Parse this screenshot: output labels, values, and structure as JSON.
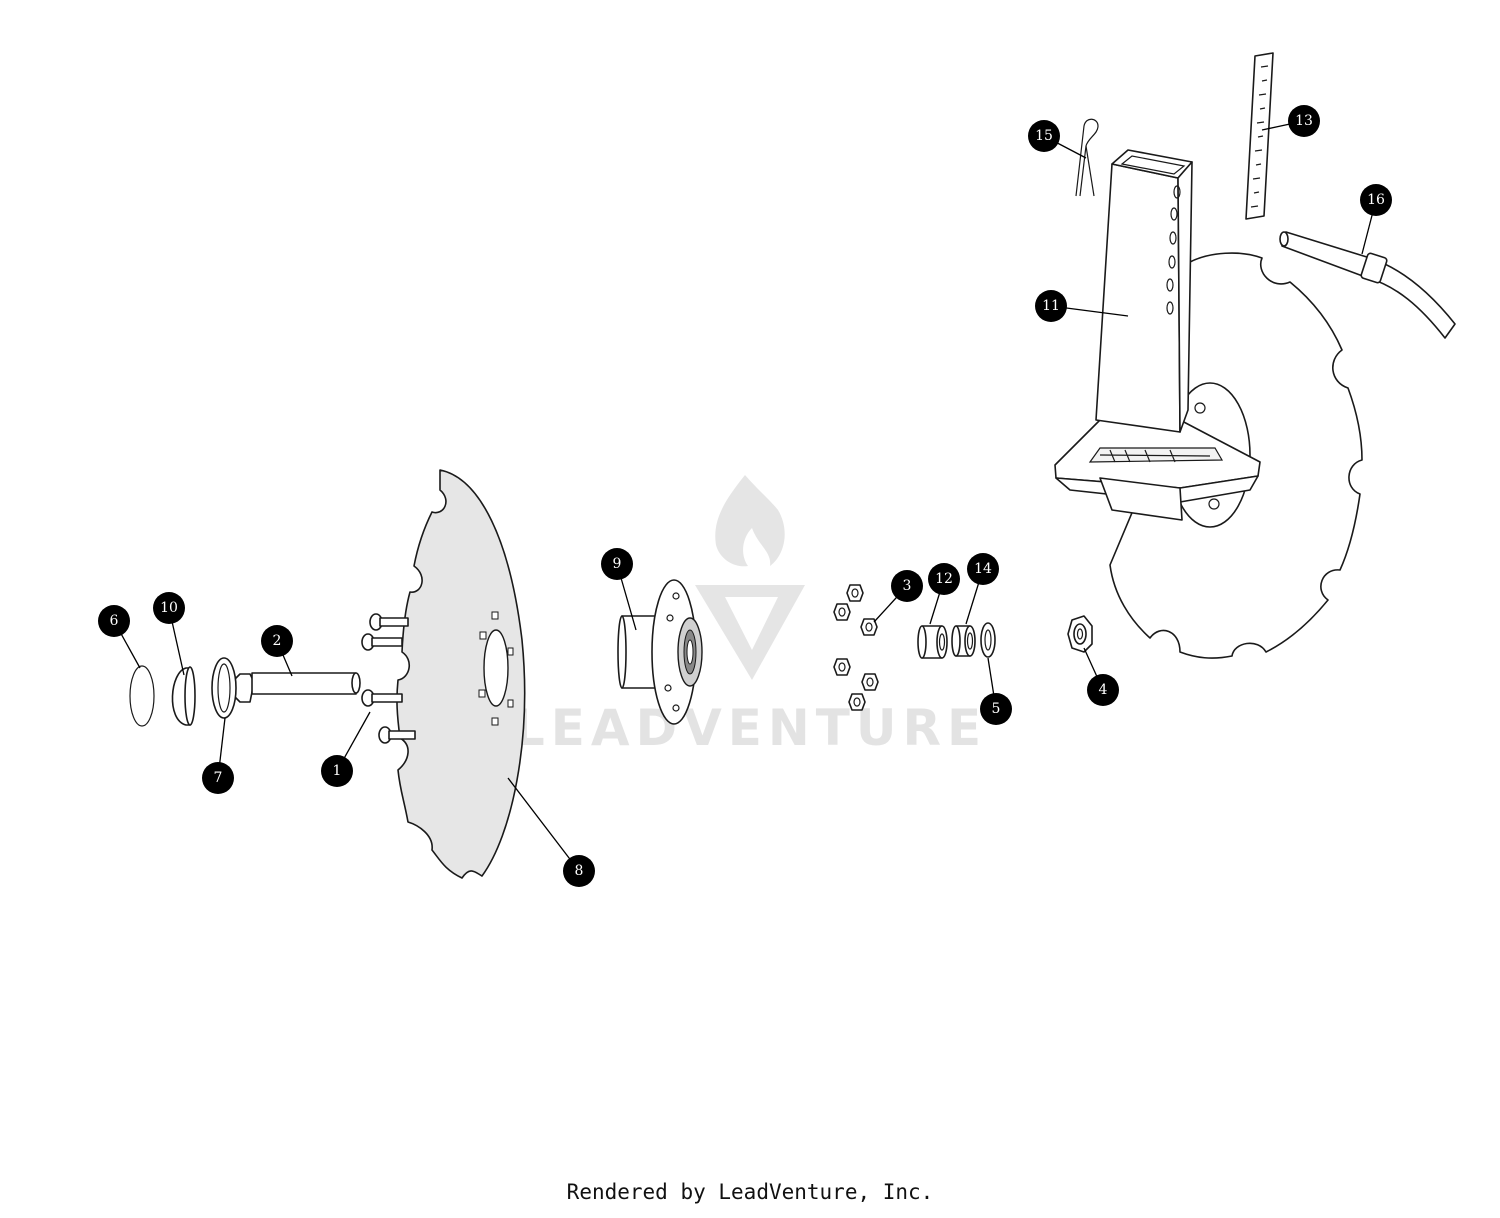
{
  "watermark": {
    "text": "LEADVENTURE"
  },
  "callouts": [
    "1",
    "2",
    "3",
    "4",
    "5",
    "6",
    "7",
    "8",
    "9",
    "10",
    "11",
    "12",
    "13",
    "14",
    "15",
    "16"
  ],
  "footer": {
    "credit": "Rendered by LeadVenture, Inc."
  }
}
